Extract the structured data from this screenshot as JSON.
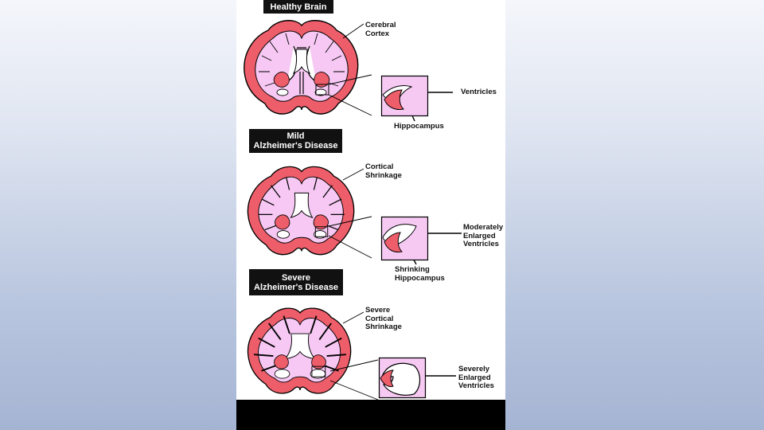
{
  "panels": [
    {
      "title": [
        "Healthy Brain"
      ],
      "cortex_label": [
        "Cerebral",
        "Cortex"
      ],
      "ventricle_label": [
        "Ventricles"
      ],
      "hippocampus_label": [
        "Hippocampus"
      ]
    },
    {
      "title": [
        "Mild",
        "Alzheimer's Disease"
      ],
      "cortex_label": [
        "Cortical",
        "Shrinkage"
      ],
      "ventricle_label": [
        "Moderately",
        "Enlarged",
        "Ventricles"
      ],
      "hippocampus_label": [
        "Shrinking",
        "Hippocampus"
      ]
    },
    {
      "title": [
        "Severe",
        "Alzheimer's Disease"
      ],
      "cortex_label": [
        "Severe",
        "Cortical",
        "Shrinkage"
      ],
      "ventricle_label": [
        "Severely",
        "Enlarged",
        "Ventricles"
      ],
      "hippocampus_label": []
    }
  ],
  "colors": {
    "cortex": "#ee5e6a",
    "white_matter": "#f6c8f3",
    "ventricle": "#ffffff",
    "inset_bg": "#f5c9f2",
    "hippocampus": "#ee5e6a",
    "title_bg": "#111111",
    "outline": "#000000"
  }
}
